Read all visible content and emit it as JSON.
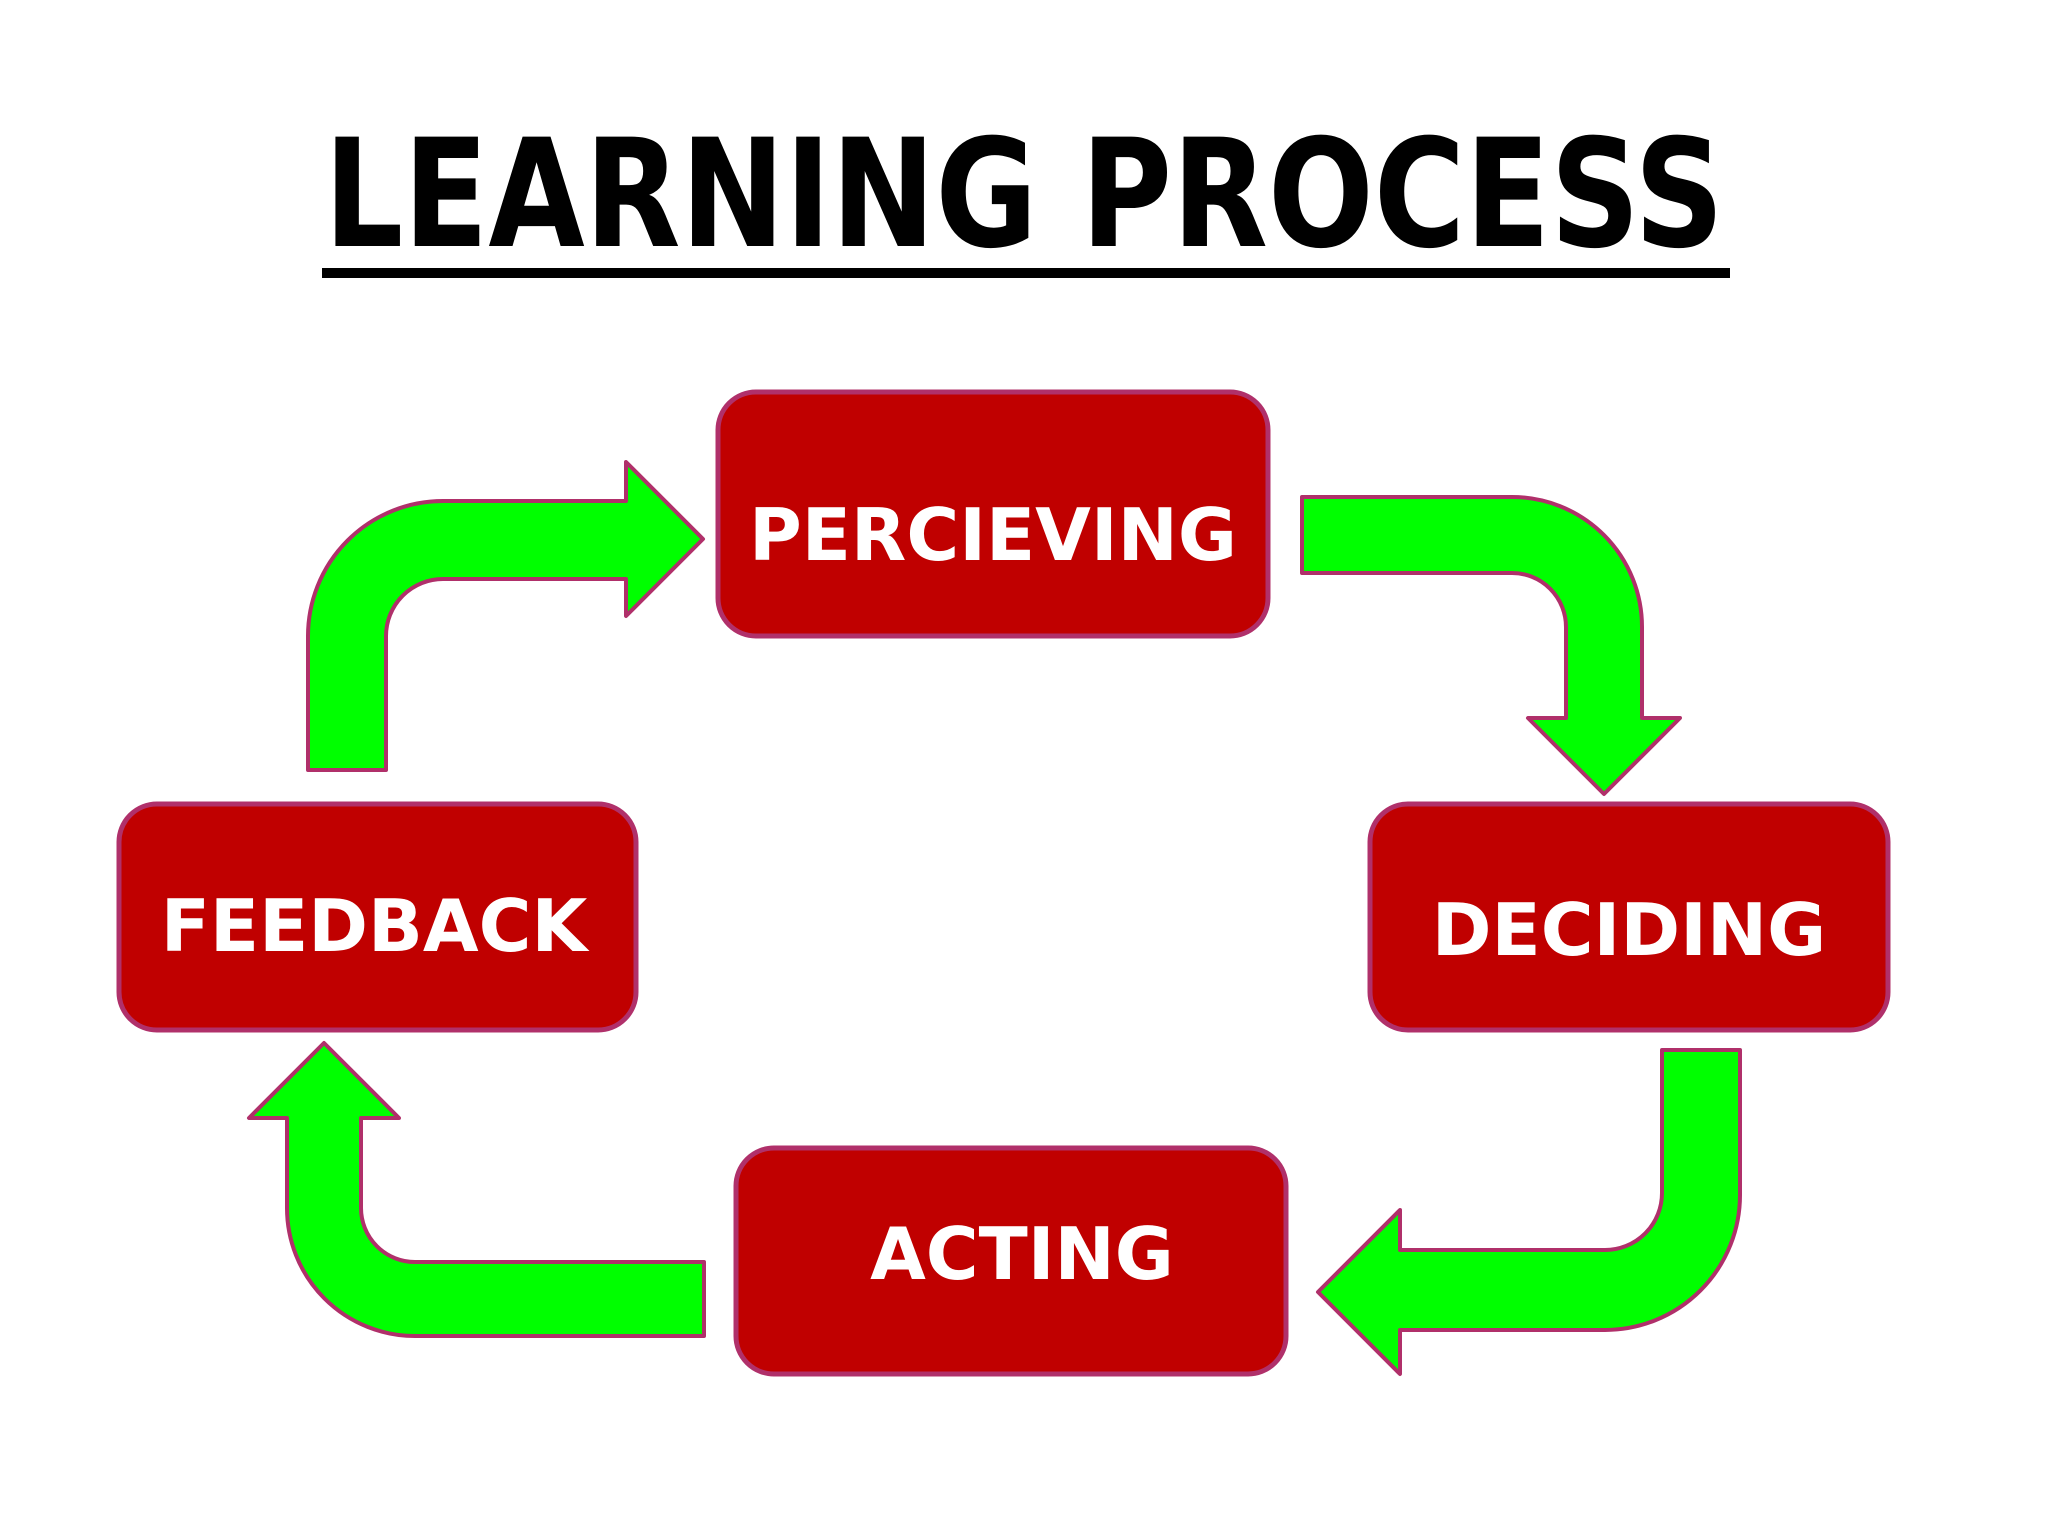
{
  "title": "LEARNING PROCESS",
  "nodes": {
    "perceiving": "PERCIEVING",
    "deciding": "DECIDING",
    "acting": "ACTING",
    "feedback": "FEEDBACK"
  },
  "colors": {
    "box_fill": "#c00000",
    "box_stroke": "#b0306a",
    "arrow_fill": "#00ff00",
    "arrow_stroke": "#b0306a",
    "text": "#ffffff",
    "title": "#000000"
  }
}
